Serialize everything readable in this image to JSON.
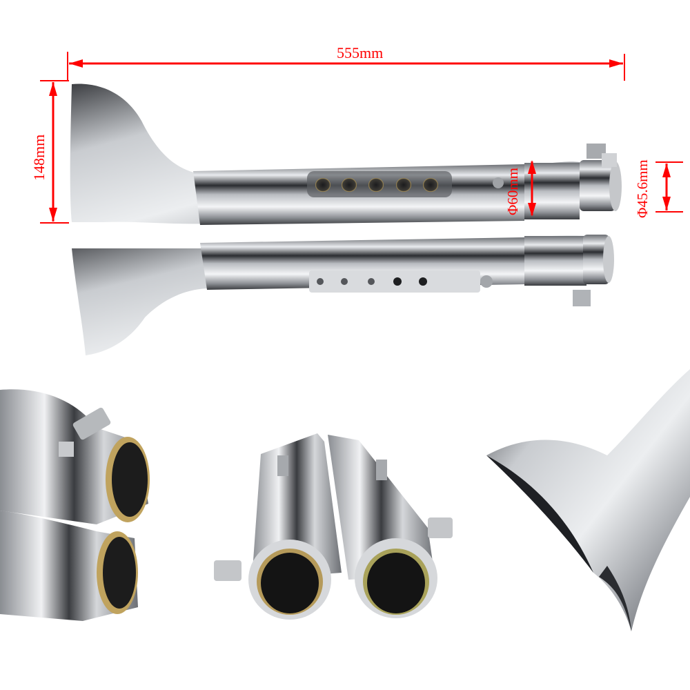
{
  "image": {
    "subject": "chrome fishtail motorcycle exhaust mufflers (pair)",
    "background_color": "#ffffff",
    "annotation_color": "#ff0000"
  },
  "dimensions": {
    "length": {
      "label": "555mm",
      "value": 555,
      "unit": "mm"
    },
    "height": {
      "label": "148mm",
      "value": 148,
      "unit": "mm"
    },
    "body_diameter": {
      "label": "Φ60mm",
      "value": 60,
      "unit": "mm"
    },
    "inlet_diameter": {
      "label": "Φ45.6mm",
      "value": 45.6,
      "unit": "mm"
    }
  },
  "photos": [
    {
      "id": "top-muffler",
      "description": "muffler side view, fishtail up, 5 perforated holes"
    },
    {
      "id": "second-muffler",
      "description": "muffler side view, fishtail down, 5 perforated holes"
    },
    {
      "id": "inlet-closeup-left",
      "description": "close-up of two inlet ends with clamps"
    },
    {
      "id": "inlet-pair-center",
      "description": "pair of mufflers viewed from inlet ends with clamps"
    },
    {
      "id": "fishtail-closeup-right",
      "description": "close-up of fishtail tips"
    }
  ]
}
